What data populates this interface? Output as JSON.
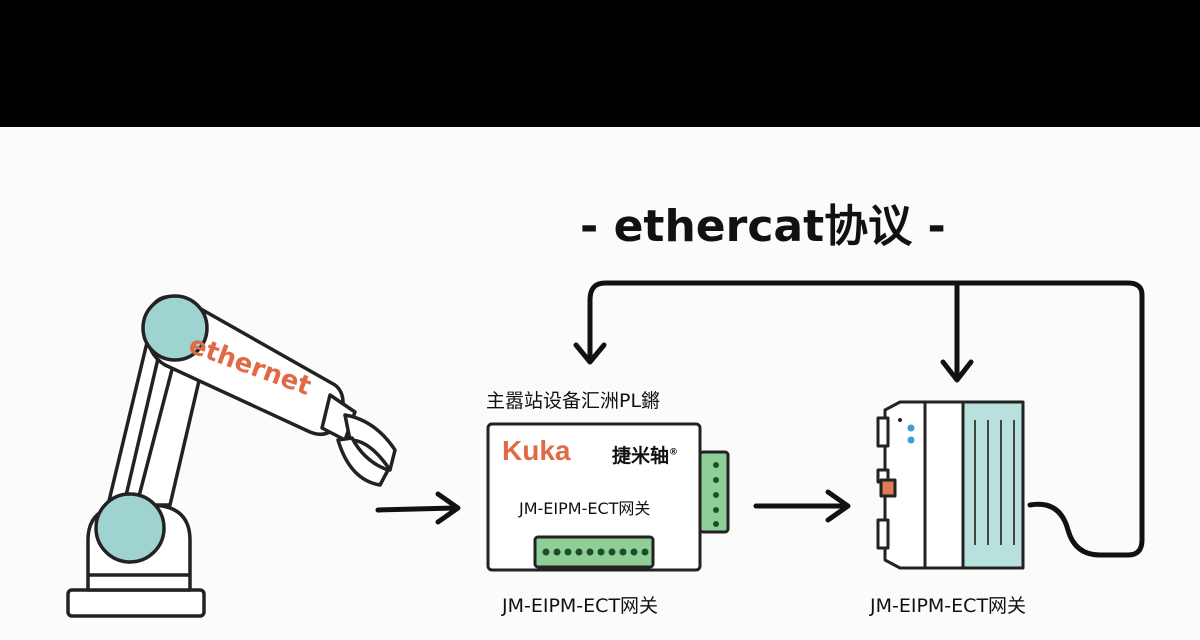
{
  "title": "- ethercat协议 -",
  "robot_label": "ethernet",
  "master_caption": "主嚣站设备汇洲PL鏘",
  "gateway": {
    "logo": "Kuka",
    "brand": "捷米轴",
    "brand_mark": "®",
    "model_on_device": "JM-EIPM-ECT网关",
    "caption": "JM-EIPM-ECT网关"
  },
  "slave_caption": "JM-EIPM-ECT网关",
  "colors": {
    "accent_orange": "#e06a45",
    "joint_teal": "#9ed3d0",
    "connector_green": "#8fcf97",
    "slave_stripe": "#b8e0dc"
  }
}
